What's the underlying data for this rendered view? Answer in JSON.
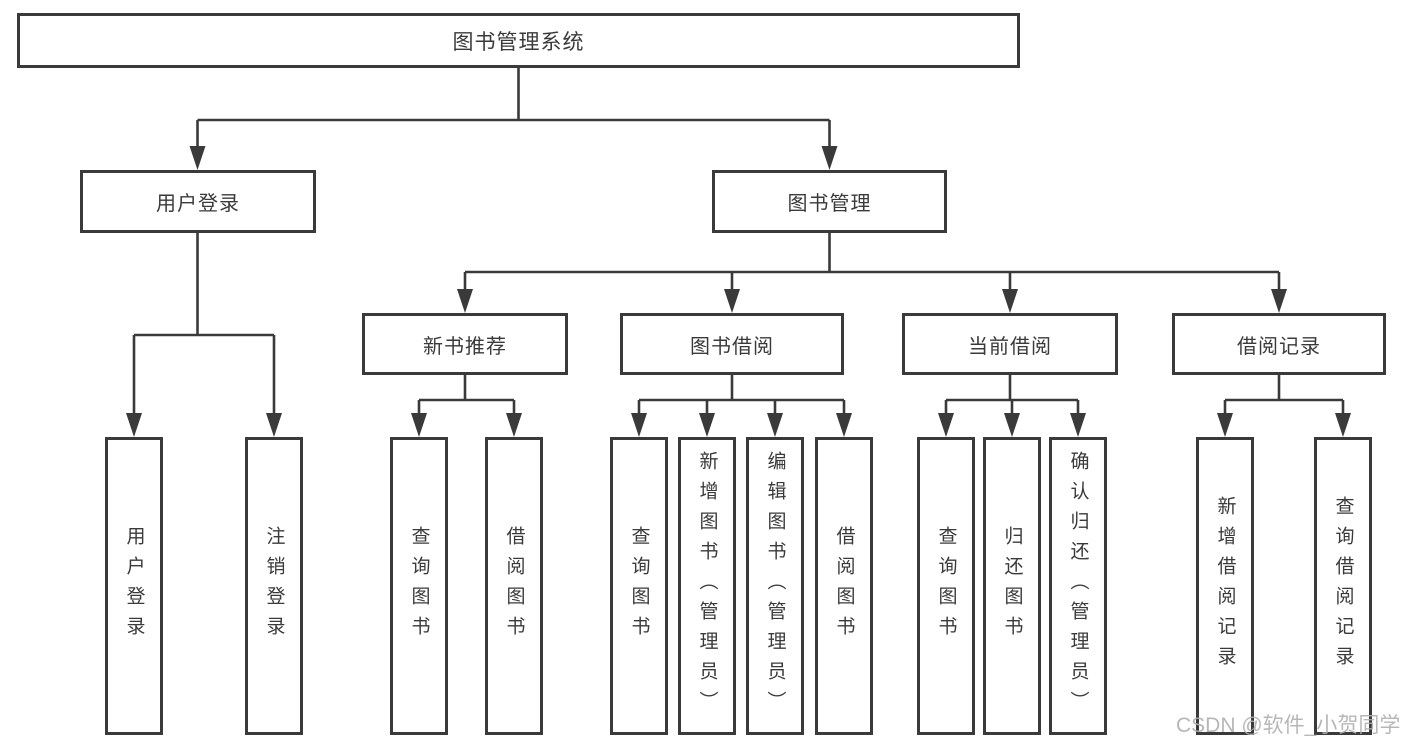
{
  "diagram_type": "tree",
  "colors": {
    "line": "#3a3a3a",
    "text": "#3a3a3a",
    "background": "#ffffff",
    "watermark": "#b0b0b0"
  },
  "watermark": "CSDN @软件_小贺同学",
  "nodes": {
    "root": {
      "label": "图书管理系统"
    },
    "user_login": {
      "label": "用户登录"
    },
    "book_mgmt": {
      "label": "图书管理"
    },
    "new_book_rec": {
      "label": "新书推荐"
    },
    "book_borrow": {
      "label": "图书借阅"
    },
    "current_borrow": {
      "label": "当前借阅"
    },
    "borrow_records": {
      "label": "借阅记录"
    },
    "leaf_user_login": {
      "label": "用户登录"
    },
    "leaf_logout": {
      "label": "注销登录"
    },
    "leaf_nbr_query": {
      "label": "查询图书"
    },
    "leaf_nbr_borrow": {
      "label": "借阅图书"
    },
    "leaf_bb_query": {
      "label": "查询图书"
    },
    "leaf_bb_add": {
      "label": "新增图书（管理员）"
    },
    "leaf_bb_edit": {
      "label": "编辑图书（管理员）"
    },
    "leaf_bb_borrow": {
      "label": "借阅图书"
    },
    "leaf_cb_query": {
      "label": "查询图书"
    },
    "leaf_cb_return": {
      "label": "归还图书"
    },
    "leaf_cb_confirm": {
      "label": "确认归还（管理员）"
    },
    "leaf_br_add": {
      "label": "新增借阅记录"
    },
    "leaf_br_query": {
      "label": "查询借阅记录"
    }
  },
  "edges": [
    {
      "from": "root",
      "to": [
        "user_login",
        "book_mgmt"
      ]
    },
    {
      "from": "user_login",
      "to": [
        "leaf_user_login",
        "leaf_logout"
      ]
    },
    {
      "from": "book_mgmt",
      "to": [
        "new_book_rec",
        "book_borrow",
        "current_borrow",
        "borrow_records"
      ]
    },
    {
      "from": "new_book_rec",
      "to": [
        "leaf_nbr_query",
        "leaf_nbr_borrow"
      ]
    },
    {
      "from": "book_borrow",
      "to": [
        "leaf_bb_query",
        "leaf_bb_add",
        "leaf_bb_edit",
        "leaf_bb_borrow"
      ]
    },
    {
      "from": "current_borrow",
      "to": [
        "leaf_cb_query",
        "leaf_cb_return",
        "leaf_cb_confirm"
      ]
    },
    {
      "from": "borrow_records",
      "to": [
        "leaf_br_add",
        "leaf_br_query"
      ]
    }
  ]
}
